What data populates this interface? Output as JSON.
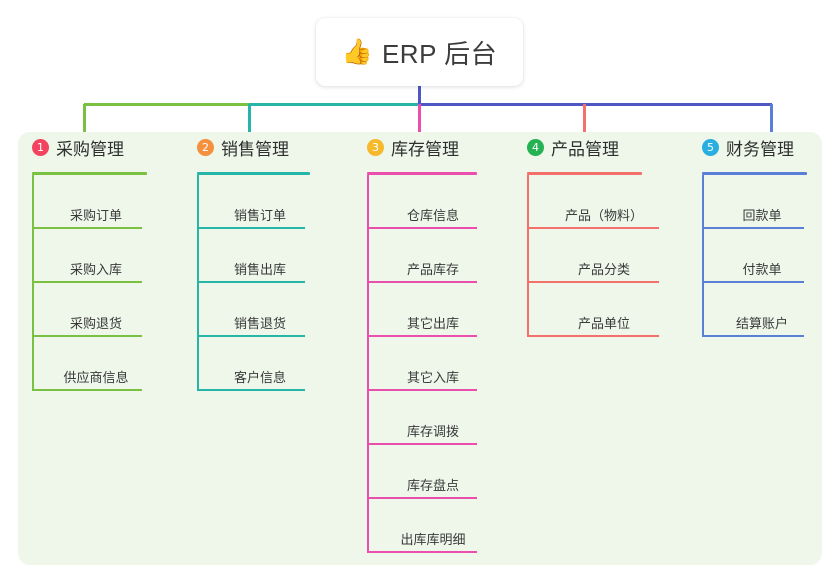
{
  "root": {
    "icon": "thumbs-up-icon",
    "emoji": "👍",
    "title": "ERP 后台"
  },
  "colors": {
    "panel_bg": "#eef7e9",
    "root_stem": "#4e57c4",
    "col1_line": "#7ac142",
    "col2_line": "#25b6a8",
    "col3_line": "#ea4fae",
    "col4_line": "#f4706a",
    "col5_line": "#5a7fd6",
    "badge1": "#f2445f",
    "badge2": "#f5913e",
    "badge3": "#f5b92b",
    "badge4": "#24b252",
    "badge5": "#29aee0",
    "text": "#3a3a3a"
  },
  "columns": [
    {
      "number": "1",
      "title": "采购管理",
      "badge_color": "#f2445f",
      "line_color": "#7ac142",
      "items": [
        "采购订单",
        "采购入库",
        "采购退货",
        "供应商信息"
      ]
    },
    {
      "number": "2",
      "title": "销售管理",
      "badge_color": "#f5913e",
      "line_color": "#25b6a8",
      "items": [
        "销售订单",
        "销售出库",
        "销售退货",
        "客户信息"
      ]
    },
    {
      "number": "3",
      "title": "库存管理",
      "badge_color": "#f5b92b",
      "line_color": "#ea4fae",
      "items": [
        "仓库信息",
        "产品库存",
        "其它出库",
        "其它入库",
        "库存调拨",
        "库存盘点",
        "出库库明细"
      ]
    },
    {
      "number": "4",
      "title": "产品管理",
      "badge_color": "#24b252",
      "line_color": "#f4706a",
      "items": [
        "产品（物料）",
        "产品分类",
        "产品单位"
      ]
    },
    {
      "number": "5",
      "title": "财务管理",
      "badge_color": "#29aee0",
      "line_color": "#5a7fd6",
      "items": [
        "回款单",
        "付款单",
        "结算账户"
      ]
    }
  ]
}
